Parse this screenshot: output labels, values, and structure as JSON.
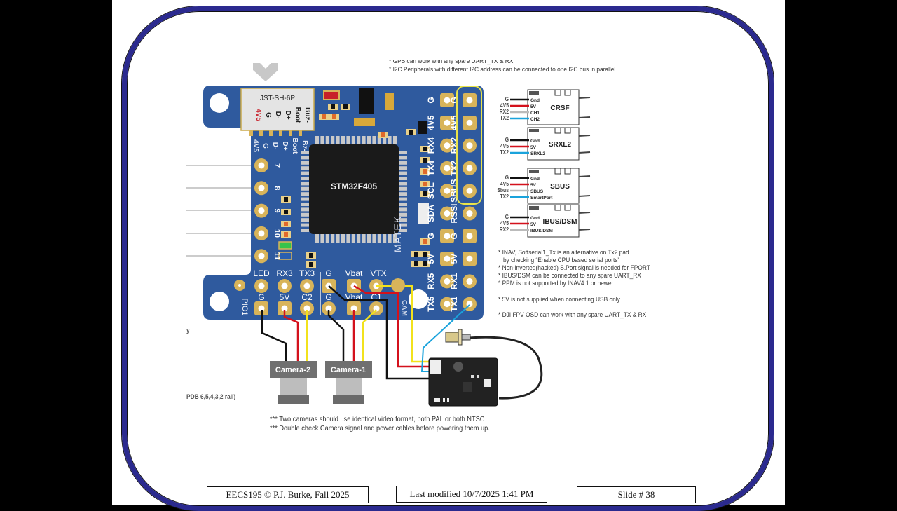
{
  "slide": {
    "top_note_cut": "* GPS can work with any spare UART_TX & RX",
    "top_note": "* I2C Peripherals with different I2C address can be connected to one I2C bus in parallel",
    "left_cut_1": "y",
    "left_cut_2": "PDB 6,5,4,3,2 rail)",
    "bottom_notes": [
      "*** Two cameras should use identical video format, both PAL or both NTSC",
      "*** Double check Camera signal and power cables before powering them up."
    ],
    "right_notes": [
      "* INAV, Softserial1_Tx is an alternative on Tx2 pad",
      "   by checking “Enable CPU based serial ports”",
      "* Non-inverted(hacked) S.Port signal is needed for FPORT",
      "* IBUS/DSM can be connected to any spare UART_RX",
      "* PPM is not supported by INAV4.1 or newer.",
      "* 5V is not supplied when connecting USB only.",
      "* DJI FPV OSD can work with any spare UART_TX & RX"
    ]
  },
  "board": {
    "mcu": "STM32F405",
    "connector": "JST-SH-6P",
    "connector_pins": [
      "4V5",
      "G",
      "D-",
      "D+",
      "Boot",
      "Buz-"
    ],
    "connector_top_pins": [
      "4V5",
      "G",
      "D-",
      "D+",
      "Boot",
      "Bz-"
    ],
    "left_pads": [
      "7",
      "8",
      "9",
      "10",
      "11"
    ],
    "bottom_row_top_labels": [
      "LED",
      "RX3",
      "TX3",
      "G",
      "Vbat",
      "VTX"
    ],
    "bottom_row_bottom_labels": [
      "PIO1",
      "G",
      "5V",
      "C2",
      "G",
      "Vbat",
      "C1"
    ],
    "right_inner_labels": [
      "G",
      "4V5",
      "RX4",
      "TX4",
      "SCL",
      "SDA",
      "G",
      "5V",
      "RX5",
      "TX5"
    ],
    "right_outer_labels": [
      "G",
      "4V5",
      "RX2",
      "TX2",
      "SBUS",
      "RSSI",
      "G",
      "5V",
      "RX1",
      "TX1"
    ],
    "cam_label": "CAM",
    "logo": "MATEK"
  },
  "cameras": [
    "Camera-2",
    "Camera-1"
  ],
  "receivers": [
    {
      "name": "CRSF",
      "wires": [
        "G",
        "4V5",
        "RX2",
        "TX2"
      ],
      "pins": [
        "Gnd",
        "5V",
        "CH1",
        "CH2"
      ]
    },
    {
      "name": "SRXL2",
      "wires": [
        "G",
        "4V5",
        "TX2"
      ],
      "pins": [
        "Gnd",
        "5V",
        "SRXL2"
      ]
    },
    {
      "name": "SBUS",
      "wires": [
        "G",
        "4V5",
        "Sbus",
        "TX2"
      ],
      "pins": [
        "Gnd",
        "5V",
        "SBUS",
        "SmartPort"
      ]
    },
    {
      "name": "IBUS/DSM",
      "wires": [
        "G",
        "4V5",
        "RX2"
      ],
      "pins": [
        "Gnd",
        "5V",
        "IBUS/DSM"
      ]
    }
  ],
  "colors": {
    "pcb": "#2f5a9e",
    "frame": "#2b2a8f",
    "pad": "#d8b45a",
    "highlight": "#e9e44a",
    "wire_red": "#d4111c",
    "wire_yellow": "#f2e21c",
    "wire_blue": "#1aa3dc"
  },
  "footer": {
    "course": "EECS195 © P.J. Burke, Fall 2025",
    "modified": "Last modified 10/7/2025 1:41 PM",
    "slide_number": "Slide # 38"
  }
}
